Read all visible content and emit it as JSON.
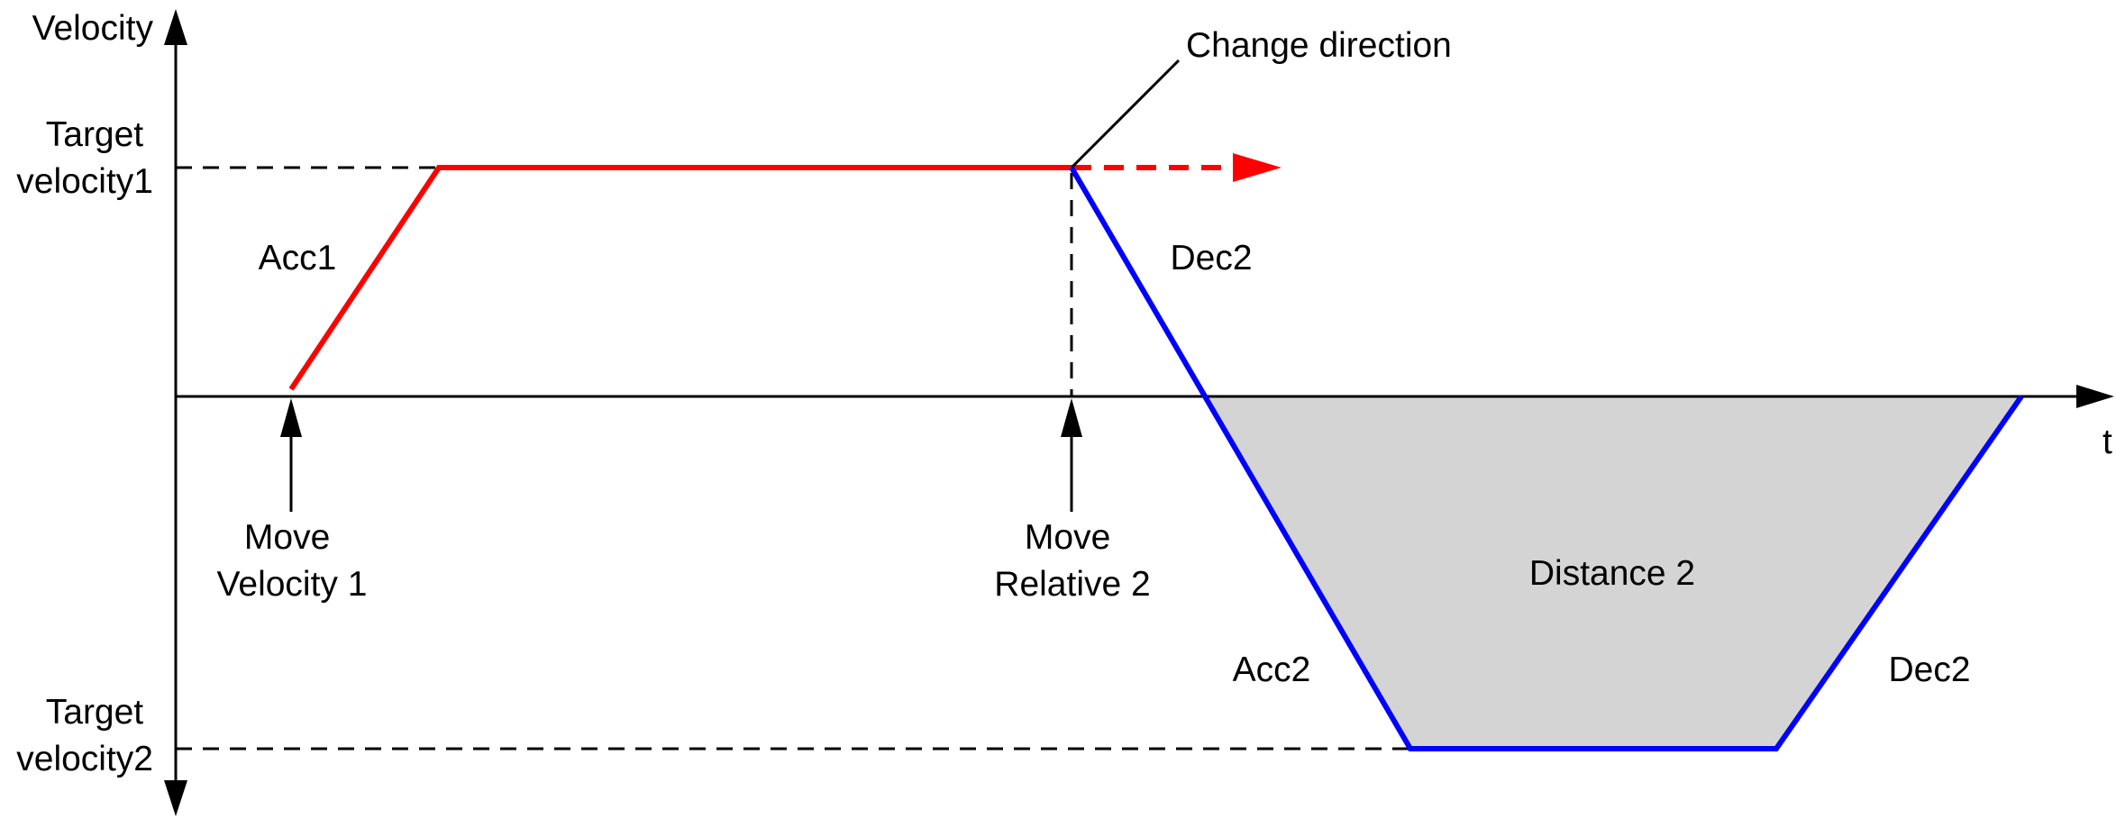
{
  "labels": {
    "y_axis": "Velocity",
    "x_axis": "t",
    "target_velocity1": [
      "Target",
      "velocity1"
    ],
    "target_velocity2": [
      "Target",
      "velocity2"
    ],
    "change_direction": "Change direction",
    "acc1": "Acc1",
    "dec2_upper": "Dec2",
    "acc2": "Acc2",
    "dec2_lower": "Dec2",
    "distance2": "Distance 2",
    "move_velocity1": [
      "Move",
      "Velocity 1"
    ],
    "move_relative2": [
      "Move",
      "Relative 2"
    ]
  },
  "colors": {
    "move_velocity1_profile": "#ff0000",
    "move_relative2_profile": "#0000ff",
    "distance_fill": "#d4d4d4",
    "axes": "#000000"
  }
}
